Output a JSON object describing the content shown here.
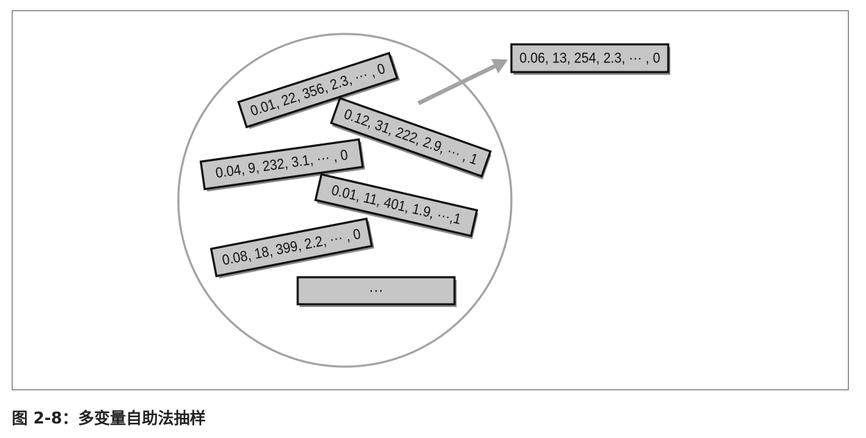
{
  "diagram": {
    "samples": [
      {
        "label": "0.01, 22, 356, 2.3, ··· , 0"
      },
      {
        "label": "0.12, 31, 222, 2.9, ··· , 1"
      },
      {
        "label": "0.04, 9, 232, 3.1, ··· , 0"
      },
      {
        "label": "0.01, 11, 401, 1.9, ···,1"
      },
      {
        "label": "0.08, 18, 399, 2.2, ··· , 0"
      }
    ],
    "ellipsis_label": "···",
    "output_label": "0.06, 13, 254, 2.3, ··· , 0"
  },
  "caption": "图 2-8：多变量自助法抽样",
  "colors": {
    "box_fill": "#c6c6c6",
    "box_border": "#111111",
    "circle_stroke": "#a3a3a3",
    "arrow": "#a3a3a3",
    "frame_border": "#555555"
  }
}
